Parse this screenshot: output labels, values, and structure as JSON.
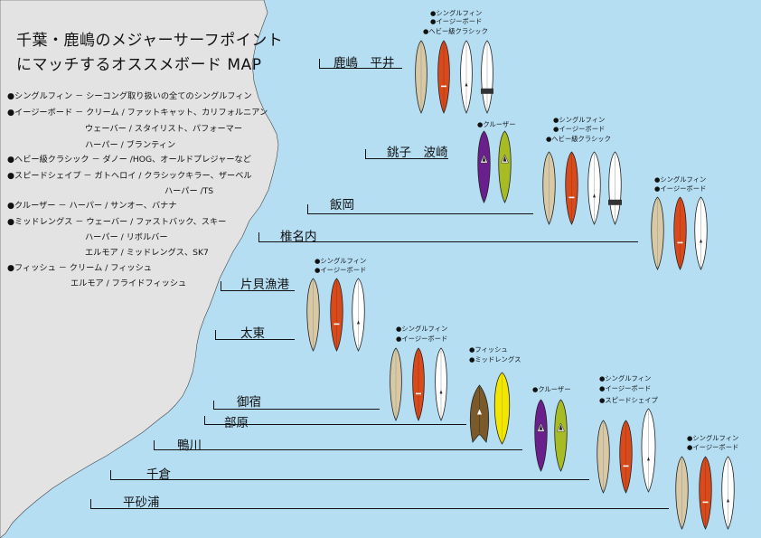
{
  "title": {
    "line1": "千葉・鹿嶋のメジャーサーフポイント",
    "line2": "にマッチするオススメボード MAP"
  },
  "legend": [
    "●シングルフィン － シーコング取り扱いの全てのシングルフィン",
    "●イージーボード － クリーム / ファットキャット、カリフォルニアン",
    "ウェーバー / スタイリスト、パフォーマー",
    "ハーパー / ブランティン",
    "●ヘビー級クラシック － ダノー /HOG、オールドプレジャーなど",
    "●スピードシェイプ － ガトヘロイ / クラシックキラー、ザーベル",
    "ハーパー /TS",
    "●クルーザー － ハーパー / サンオー、バナナ",
    "●ミッドレングス － ウェーバー / ファストバック、スキー",
    "ハーパー / リボルバー",
    "エルモア / ミッドレングス、SK7",
    "●フィッシュ － クリーム / フィッシュ",
    "エルモア / フライドフィッシュ"
  ],
  "spots": [
    "鹿嶋　平井",
    "銚子　波崎",
    "飯岡",
    "椎名内",
    "片貝漁港",
    "太東",
    "御宿",
    "部原",
    "鴨川",
    "千倉",
    "平砂浦"
  ],
  "board_types": {
    "single_fin": "●シングルフィン",
    "easy_board": "●イージーボード",
    "heavy_classic": "●ヘビー級クラシック",
    "cruiser": "●クルーザー",
    "fish": "●フィッシュ",
    "mid_length": "●ミッドレングス",
    "speed_shape": "●スピードシェイプ"
  },
  "colors": {
    "sea": "#b5def3",
    "land": "#e3e3e3",
    "tan": "#d8c8a4",
    "orange": "#d84a1c",
    "white": "#ffffff",
    "purple": "#6a1f8c",
    "olive": "#a7bc24",
    "brown": "#7a5a2a",
    "yellow": "#f2e600",
    "stripe": "#333333"
  }
}
